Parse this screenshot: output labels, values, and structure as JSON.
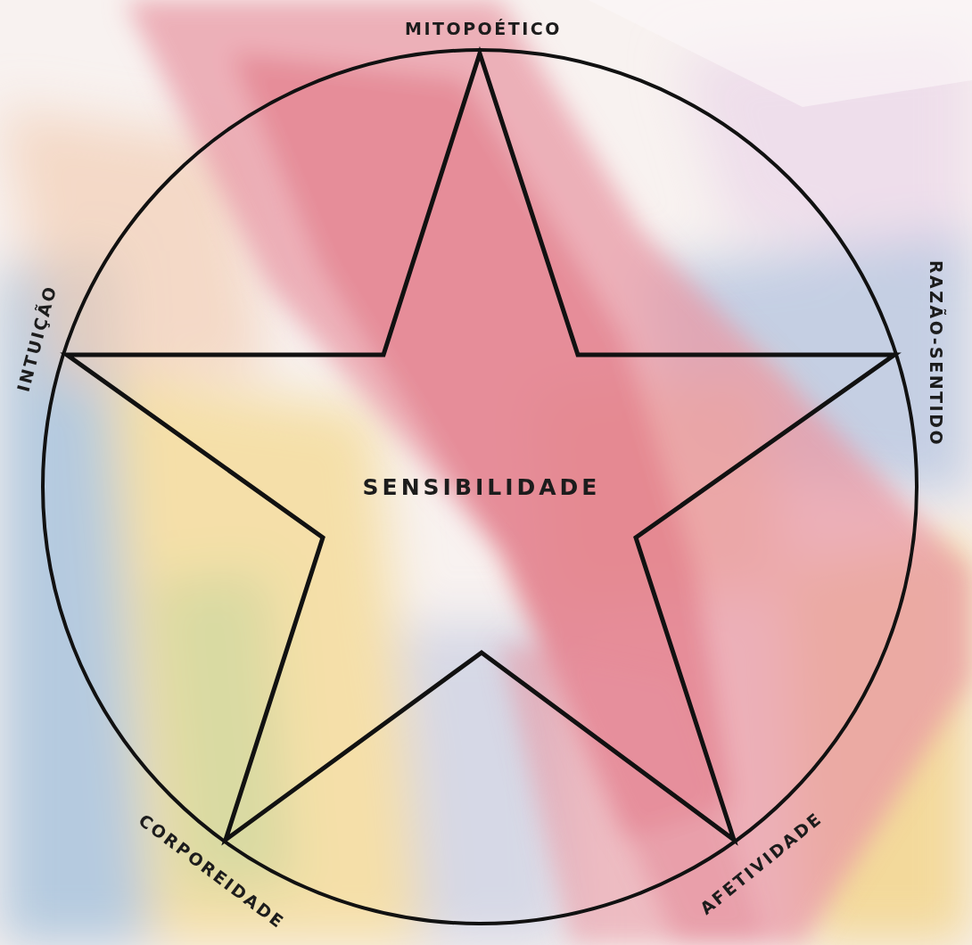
{
  "diagram": {
    "nodes": [
      {
        "text": [
          "SENSIBILIDADE"
        ]
      }
    ],
    "labels": [
      "MITOPOÉTICO",
      "RAZÃO-SENTIDO",
      "AFETIVIDADE",
      "CORPOREIDADE",
      "INTUIÇÃO"
    ]
  }
}
